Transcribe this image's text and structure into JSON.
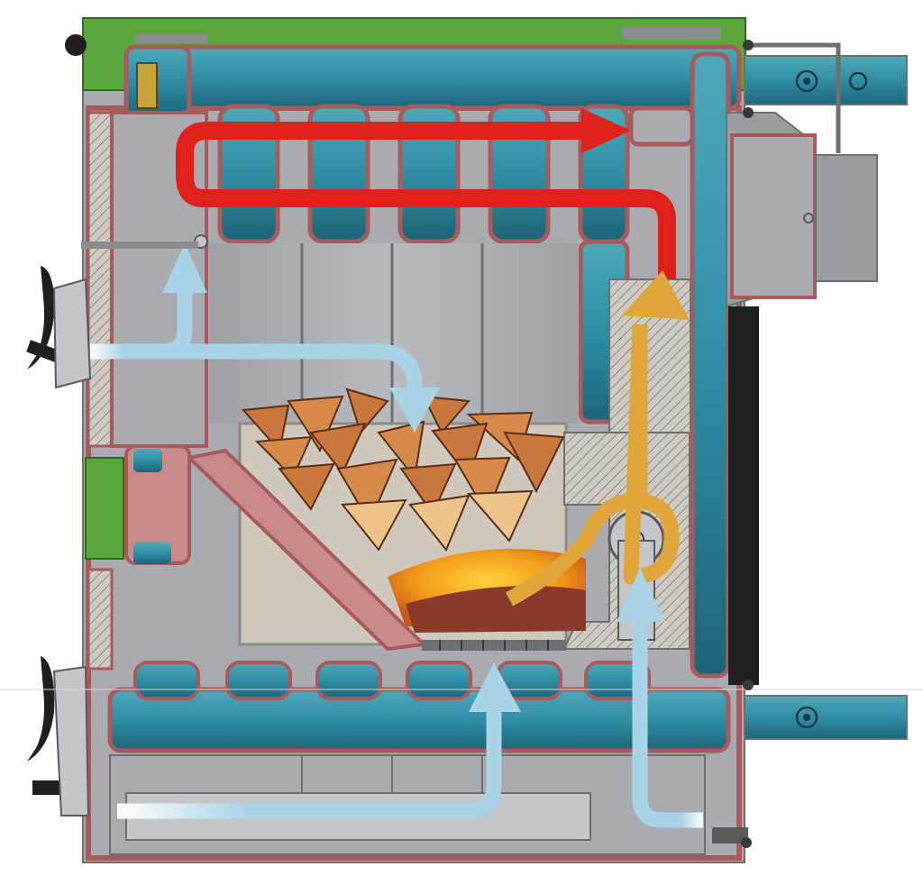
{
  "diagram": {
    "subject": "boiler-cross-section",
    "colors": {
      "background": "#ffffff",
      "green_panel": "#5aa83c",
      "dark_green": "#2f6b1f",
      "casing": "#a95a5a",
      "casing_fill": "#c98a8a",
      "steel": "#8f9196",
      "steel_light": "#c4c6ca",
      "chamber": "#a9abb0",
      "refractory": "#cfc8bd",
      "water_blue": "#2f8ea6",
      "water_dark": "#1d6478",
      "pipe_teal": "#3b8fa0",
      "flue_grey": "#9a9ca0",
      "hot_gas_red": "#e0201a",
      "secondary_gas_orange": "#e0a63c",
      "air_light_blue": "#a9d3e6",
      "wood": "#c9773d",
      "wood_light": "#efc48a",
      "ember": "#f29a1a",
      "coal": "#8a3a2a",
      "handle": "#1f1f22",
      "hatch": "#6a6a6a"
    },
    "flows": [
      {
        "name": "hot-flue-gas",
        "color_key": "hot_gas_red"
      },
      {
        "name": "secondary-combustion",
        "color_key": "secondary_gas_orange"
      },
      {
        "name": "primary-air",
        "color_key": "air_light_blue"
      },
      {
        "name": "secondary-air",
        "color_key": "air_light_blue"
      },
      {
        "name": "under-grate-air",
        "color_key": "air_light_blue"
      }
    ]
  }
}
